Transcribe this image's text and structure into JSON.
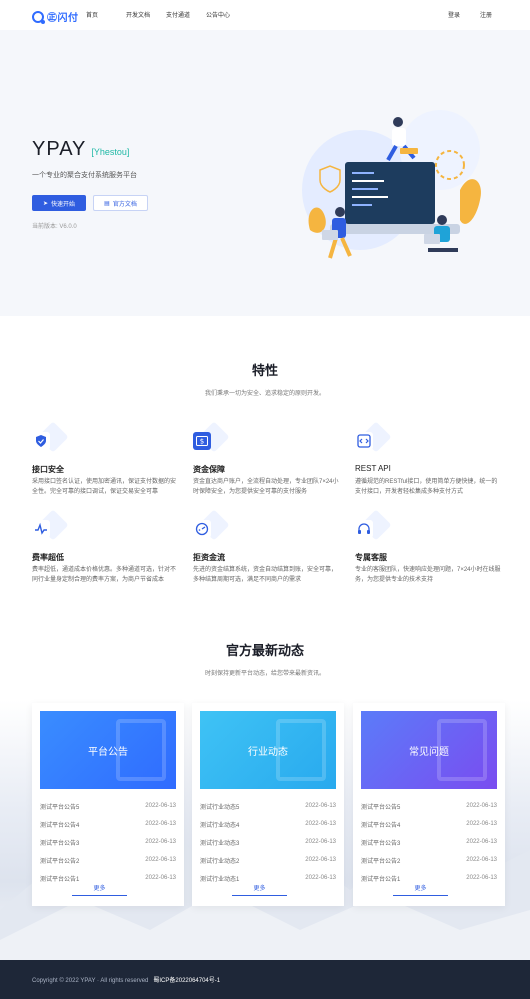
{
  "nav": {
    "logo_text": "㊣闪付",
    "links": [
      "首页",
      "开发文档",
      "支付通道",
      "公告中心"
    ],
    "right": [
      "登录",
      "注册"
    ]
  },
  "hero": {
    "title": "YPAY",
    "tag": "[Yhestou]",
    "description": "一个专业的聚合支付系统服务平台",
    "primary_button": "快速开始",
    "secondary_button": "官方文档",
    "version": "当前版本: V6.0.0"
  },
  "features": {
    "title": "特性",
    "subtitle": "我们秉承一切为安全、追求稳定的原则开发。",
    "items": [
      {
        "title": "接口安全",
        "desc": "采用接口签名认证，使用加密通讯，保证支付数据的安全性。完全可靠的接口调试，保证交易安全可靠"
      },
      {
        "title": "资金保障",
        "desc": "资金直达商户账户，全流程自动处理，专业团队7×24小时保障安全，为您提供安全可靠的支付服务"
      },
      {
        "title": "REST API",
        "desc": "遵循规范的RESTful接口，使用简单方便快捷，统一的支付接口，开发者轻松集成多种支付方式"
      },
      {
        "title": "费率超低",
        "desc": "费率超低，通道成本价格优惠。多种通道可选，针对不同行业量身定制合理的费率方案，为商户节省成本"
      },
      {
        "title": "拒资金流",
        "desc": "先进的资金结算系统，资金自动结算到账，安全可靠，多种结算周期可选，满足不同商户的需求"
      },
      {
        "title": "专属客服",
        "desc": "专业的客服团队，快速响应处理问题，7×24小时在线服务，为您提供专业的技术支持"
      }
    ]
  },
  "news": {
    "title": "官方最新动态",
    "subtitle": "时刻保持更新平台动态，给您带来最新资讯。",
    "cards": [
      {
        "head": "平台公告",
        "rows": [
          {
            "title": "测试平台公告5",
            "date": "2022-06-13"
          },
          {
            "title": "测试平台公告4",
            "date": "2022-06-13"
          },
          {
            "title": "测试平台公告3",
            "date": "2022-06-13"
          },
          {
            "title": "测试平台公告2",
            "date": "2022-06-13"
          },
          {
            "title": "测试平台公告1",
            "date": "2022-06-13"
          }
        ],
        "more": "更多"
      },
      {
        "head": "行业动态",
        "rows": [
          {
            "title": "测试行业动态5",
            "date": "2022-06-13"
          },
          {
            "title": "测试行业动态4",
            "date": "2022-06-13"
          },
          {
            "title": "测试行业动态3",
            "date": "2022-06-13"
          },
          {
            "title": "测试行业动态2",
            "date": "2022-06-13"
          },
          {
            "title": "测试行业动态1",
            "date": "2022-06-13"
          }
        ],
        "more": "更多"
      },
      {
        "head": "常见问题",
        "rows": [
          {
            "title": "测试平台公告5",
            "date": "2022-06-13"
          },
          {
            "title": "测试平台公告4",
            "date": "2022-06-13"
          },
          {
            "title": "测试平台公告3",
            "date": "2022-06-13"
          },
          {
            "title": "测试平台公告2",
            "date": "2022-06-13"
          },
          {
            "title": "测试平台公告1",
            "date": "2022-06-13"
          }
        ],
        "more": "更多"
      }
    ]
  },
  "footer": {
    "copyright": "Copyright © 2022 YPAY · All rights reserved",
    "icp": "蜀ICP备2022064704号-1"
  },
  "colors": {
    "primary": "#2f5de0",
    "accent": "#1fb8a5",
    "footer_bg": "#1e2738"
  }
}
